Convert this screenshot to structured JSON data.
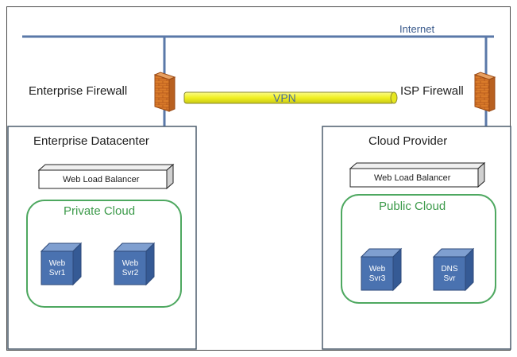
{
  "internet": {
    "label": "Internet"
  },
  "vpn": {
    "label": "VPN"
  },
  "left": {
    "firewall_label": "Enterprise Firewall",
    "box_title": "Enterprise Datacenter",
    "load_balancer": "Web Load Balancer",
    "cloud_label": "Private Cloud",
    "servers": [
      "Web\nSvr1",
      "Web\nSvr2"
    ]
  },
  "right": {
    "firewall_label": "ISP Firewall",
    "box_title": "Cloud Provider",
    "load_balancer": "Web Load Balancer",
    "cloud_label": "Public Cloud",
    "servers": [
      "Web\nSvr3",
      "DNS\nSvr"
    ]
  },
  "colors": {
    "internet_line": "#5a78a8",
    "vpn_tube": "#f2f21e",
    "firewall": "#d9822b",
    "server": "#4a72b0",
    "cloud_border": "#4ea860"
  }
}
